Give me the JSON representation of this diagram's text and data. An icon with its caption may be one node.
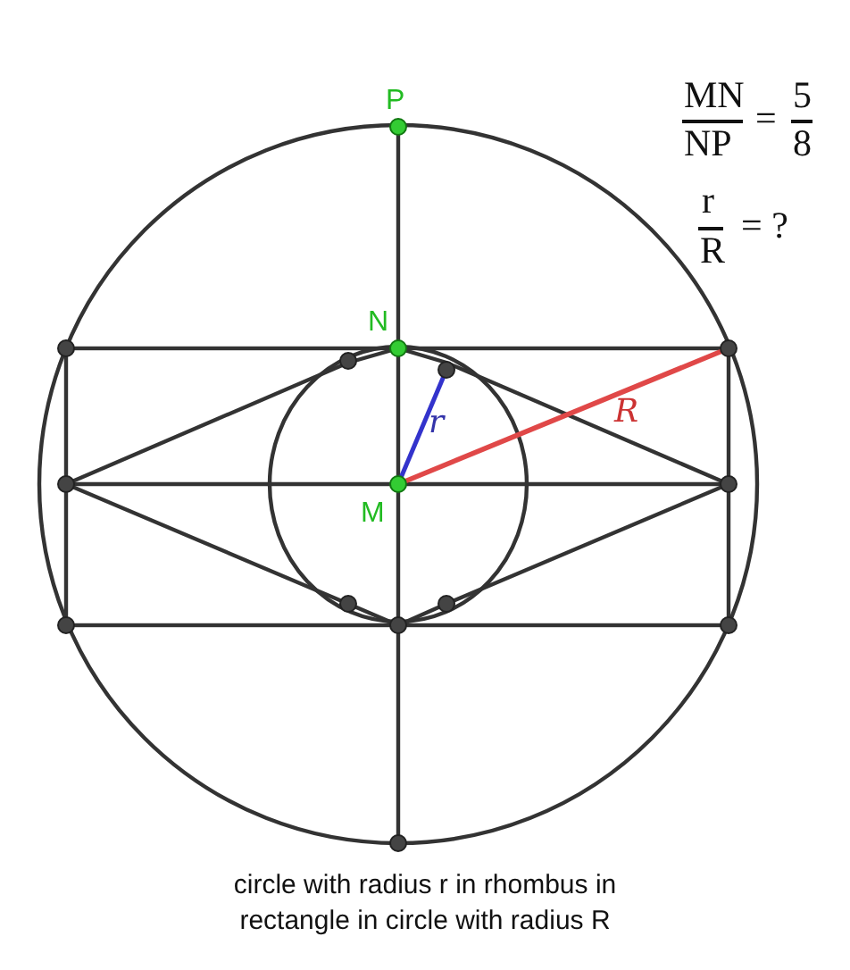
{
  "diagram": {
    "caption": "circle with radius r in rhombus in rectangle in circle with radius R",
    "labels": [
      "P",
      "N",
      "M",
      "r",
      "R",
      "MN",
      "NP",
      "=",
      "5",
      "8",
      "r",
      "R",
      "= ?"
    ]
  }
}
